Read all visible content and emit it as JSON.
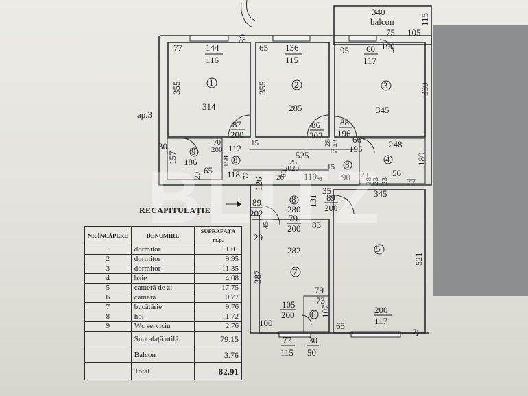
{
  "labels": {
    "balcon_top_w": "340",
    "balcon_word": "balcon",
    "balcon_d1": "75",
    "balcon_d2": "105",
    "balcon_d3": "115",
    "balcon_d4": "190",
    "apartment": "ap.3",
    "recap_title": "RECAPITULAȚIE",
    "watermark": "BLITZ",
    "r1_num": "1",
    "r1_top1": "144",
    "r1_top2": "116",
    "r1_a": "77",
    "r1_b": "30",
    "r1_side": "355",
    "r1_area": "314",
    "r2_num": "2",
    "r2_top1": "136",
    "r2_top2": "115",
    "r2_a": "65",
    "r2_side": "355",
    "r2_area": "285",
    "r3_num": "3",
    "r3_top1": "60",
    "r3_top2": "117",
    "r3_a": "95",
    "r3_side": "339",
    "r3_area": "345",
    "d1_w": "87",
    "d1_h": "200",
    "d2_w": "86",
    "d2_h": "202",
    "d3_w": "88",
    "d3_h": "196",
    "wall_28": "28",
    "wall_48": "48",
    "wall_15a": "15",
    "wall_15b": "15",
    "r9_num": "9",
    "r9_area": "186",
    "r9_side": "157",
    "r9_wall": "30",
    "r9_d1": "70",
    "r9_d2": "200",
    "r9_d3": "65",
    "r9_d4": "20",
    "h1_num": "8",
    "h1_a": "112",
    "h1_b": "158",
    "h1_c": "118",
    "h1_d": "72",
    "h1_e": "126",
    "hall_len": "525",
    "hall_25": "25",
    "hall_20": "20",
    "hall_60": "60",
    "hall_26": "26",
    "hall_119": "119",
    "hall_41": "41",
    "hall_15": "15",
    "h2_num": "8",
    "h2_a": "90",
    "h2_b": "35",
    "r4_num": "4",
    "r4_a": "66",
    "r4_b": "195",
    "r4_c": "248",
    "r4_d": "56",
    "r4_e": "77",
    "r4_side": "180",
    "r4_23a": "23",
    "r4_28": "28",
    "r4_23b": "23",
    "r4_23c": "23",
    "h3_num": "8",
    "h3_a": "280",
    "h3_b": "131",
    "h3_c": "89",
    "h3_d": "202",
    "h3_e": "79",
    "h3_f": "200",
    "h3_g": "83",
    "h3_45": "45",
    "r5_num": "5",
    "r5_top": "345",
    "r5_d1": "89",
    "r5_d2": "200",
    "r5_side": "521",
    "r5_w1": "200",
    "r5_w2": "117",
    "r5_a": "65",
    "r5_b": "29",
    "r7_num": "7",
    "r7_area": "282",
    "r7_a": "20",
    "r7_side": "387",
    "r7_b": "100",
    "r7_w1": "77",
    "r7_w2": "115",
    "r7_c1": "30",
    "r7_c2": "50",
    "r6_num": "6",
    "r6_a": "79",
    "r6_b": "73",
    "r6_c": "105",
    "r6_d": "200",
    "r6_e": "107"
  },
  "table": {
    "headers": [
      "NR.ÎNCĂPERE",
      "DENUMIRE",
      "SUPRAFAȚA m.p."
    ],
    "rows": [
      [
        "1",
        "dormitor",
        "11.01"
      ],
      [
        "2",
        "dormitor",
        "9.95"
      ],
      [
        "3",
        "dormitor",
        "11.35"
      ],
      [
        "4",
        "baie",
        "4.08"
      ],
      [
        "5",
        "cameră de zi",
        "17.75"
      ],
      [
        "6",
        "cămară",
        "0.77"
      ],
      [
        "7",
        "bucătărie",
        "9.76"
      ],
      [
        "8",
        "hol",
        "11.72"
      ],
      [
        "9",
        "Wc serviciu",
        "2.76"
      ]
    ],
    "useful_label": "Suprafață utilă",
    "useful_value": "79.15",
    "balcony_label": "Balcon",
    "balcony_value": "3.76",
    "total_label": "Total",
    "total_value": "82.91"
  },
  "colors": {
    "ink": "#1d1f22",
    "paper": "#ecebe6",
    "panel": "#8d8e90"
  }
}
